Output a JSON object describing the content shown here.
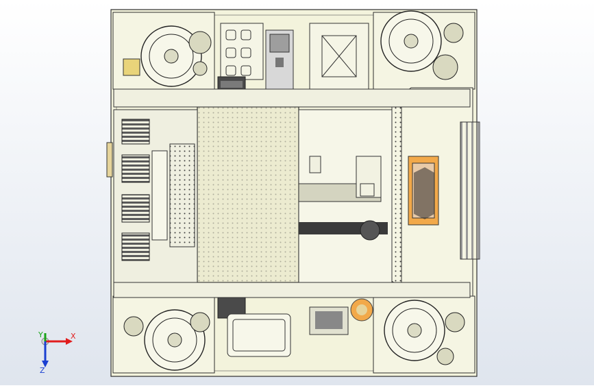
{
  "viewport": {
    "background_top": "#ffffff",
    "background_bottom": "#dfe5ee"
  },
  "model": {
    "body_color": "#f3f3dc",
    "panel_color": "#e6e7c9",
    "outline_color": "#2e2e2e",
    "plate_color": "#ecebd0",
    "motor_color": "#8a8a8a",
    "orange_color": "#f2a94a"
  },
  "triad": {
    "x_label": "X",
    "y_label": "Y",
    "z_label": "Z",
    "x_color": "#e11d1d",
    "y_color": "#18a418",
    "z_color": "#1a3fd1"
  }
}
